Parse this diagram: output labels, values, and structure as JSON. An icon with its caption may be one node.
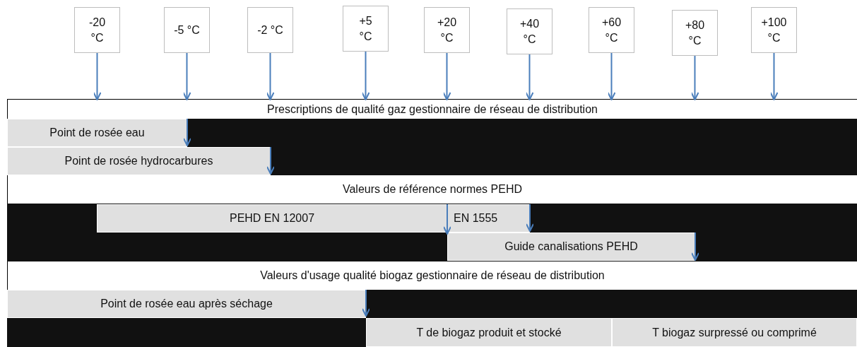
{
  "diagram": {
    "nodes": [
      {
        "text": [
          "-20 °C"
        ]
      },
      {
        "text": [
          "-5 °C"
        ]
      },
      {
        "text": [
          "-2 °C"
        ]
      },
      {
        "text": [
          "+5 °C"
        ]
      },
      {
        "text": [
          "+20 °C"
        ]
      },
      {
        "text": [
          "+40 °C"
        ]
      },
      {
        "text": [
          "+60 °C"
        ]
      },
      {
        "text": [
          "+80 °C"
        ]
      },
      {
        "text": [
          "+100 °C"
        ]
      },
      {
        "text": [
          "Prescriptions de qualité gaz gestionnaire de réseau de distribution"
        ]
      },
      {
        "text": [
          "Point de rosée eau"
        ]
      },
      {
        "text": [
          "Point de rosée hydrocarbures"
        ]
      },
      {
        "text": [
          "Valeurs de référence normes PEHD"
        ]
      },
      {
        "text": [
          "PEHD EN 12007"
        ]
      },
      {
        "text": [
          "EN 1555"
        ]
      },
      {
        "text": [
          "Guide canalisations PEHD"
        ]
      },
      {
        "text": [
          "Valeurs d'usage qualité biogaz gestionnaire de réseau de distribution"
        ]
      },
      {
        "text": [
          "Point de rosée eau après séchage"
        ]
      },
      {
        "text": [
          "T de biogaz produit et stocké"
        ]
      },
      {
        "text": [
          "T biogaz surpressé ou comprimé"
        ]
      }
    ],
    "edges": [
      {
        "from": 0,
        "to": 9,
        "arrow": "to"
      },
      {
        "from": 1,
        "to": 9,
        "arrow": "to"
      },
      {
        "from": 2,
        "to": 9,
        "arrow": "to"
      },
      {
        "from": 3,
        "to": 9,
        "arrow": "to"
      },
      {
        "from": 4,
        "to": 9,
        "arrow": "to"
      },
      {
        "from": 5,
        "to": 9,
        "arrow": "to"
      },
      {
        "from": 6,
        "to": 9,
        "arrow": "to"
      },
      {
        "from": 7,
        "to": 9,
        "arrow": "to"
      },
      {
        "from": 8,
        "to": 9,
        "arrow": "to"
      }
    ]
  }
}
